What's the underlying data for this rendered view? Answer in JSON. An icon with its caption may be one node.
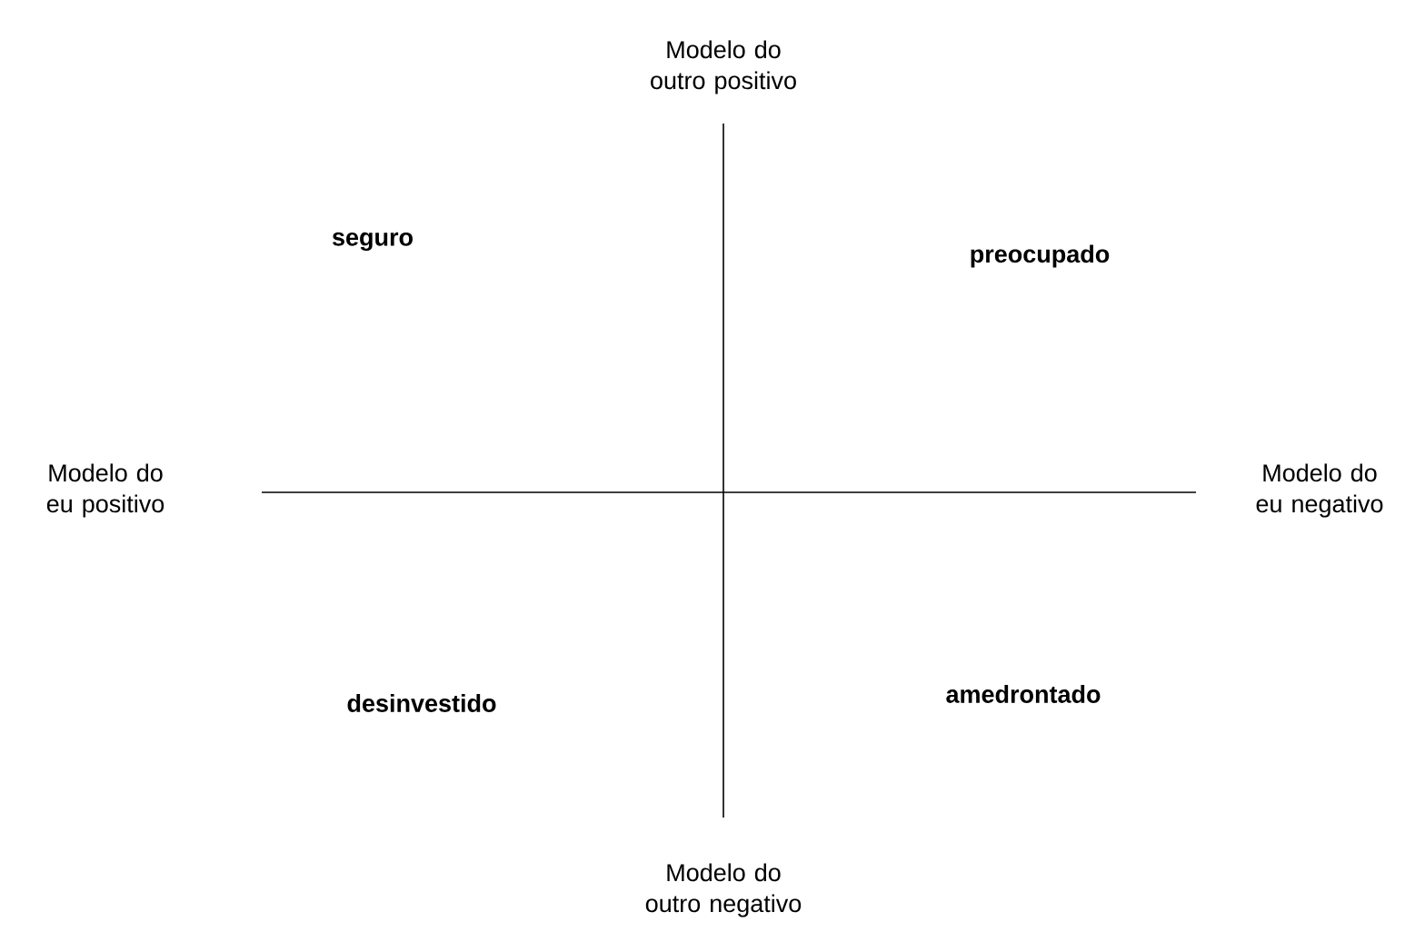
{
  "diagram": {
    "labels": [
      "Modelo do outro positivo",
      "seguro",
      "preocupado",
      "Modelo do eu positivo",
      "Modelo do eu negativo",
      "desinvestido",
      "amedrontado",
      "Modelo do outro negativo"
    ]
  }
}
